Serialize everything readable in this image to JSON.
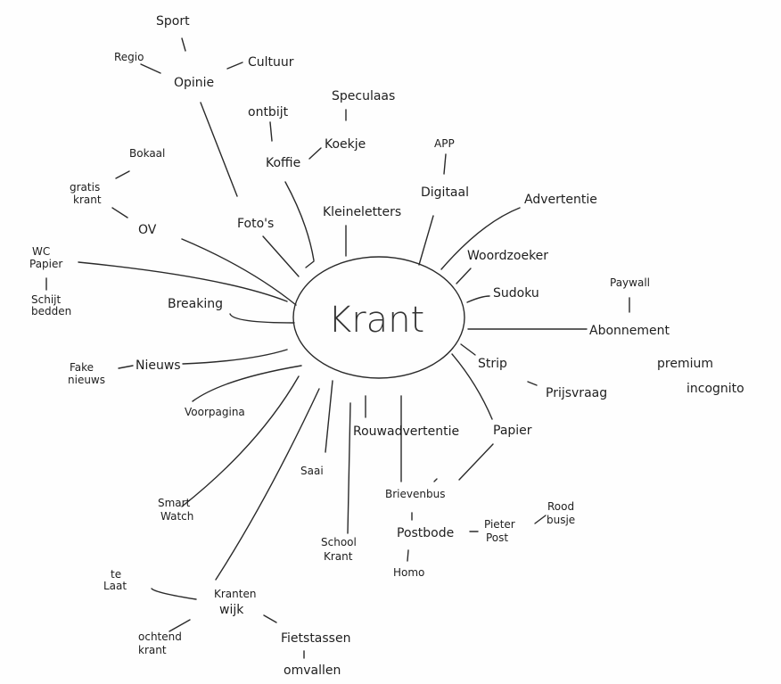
{
  "center": "Krant",
  "nodes": {
    "sport": "Sport",
    "regio": "Regio",
    "opinie": "Opinie",
    "cultuur": "Cultuur",
    "speculaas": "Speculaas",
    "ontbijt": "ontbijt",
    "koekje": "Koekje",
    "koffie": "Koffie",
    "bokaal": "Bokaal",
    "gratis": "gratis",
    "gratis_krant": "krant",
    "ov": "OV",
    "fotos": "Foto's",
    "kleineletters": "Kleineletters",
    "app": "APP",
    "digitaal": "Digitaal",
    "advertentie": "Advertentie",
    "woordzoeker": "Woordzoeker",
    "sudoku": "Sudoku",
    "paywall": "Paywall",
    "abonnement": "Abonnement",
    "premium": "premium",
    "incognito": "incognito",
    "wc": "WC",
    "wc_papier": "Papier",
    "schijt": "Schijt",
    "schijt_bedden": "bedden",
    "breaking": "Breaking",
    "fake": "Fake",
    "fake_nieuws": "nieuws",
    "nieuws": "Nieuws",
    "voorpagina": "Voorpagina",
    "strip": "Strip",
    "prijsvraag": "Prijsvraag",
    "rouwadvertentie": "Rouwadvertentie",
    "papier": "Papier",
    "saai": "Saai",
    "smart": "Smart",
    "watch": "Watch",
    "brievenbus": "Brievenbus",
    "postbode": "Postbode",
    "pieter": "Pieter",
    "post": "Post",
    "rood": "Rood",
    "busje": "busje",
    "homo": "Homo",
    "school": "School",
    "school_krant": "Krant",
    "te": "te",
    "laat": "Laat",
    "kranten": "Kranten",
    "wijk": "wijk",
    "ochtend": "ochtend",
    "ochtend_krant": "krant",
    "fietstassen": "Fietstassen",
    "omvallen": "omvallen"
  }
}
